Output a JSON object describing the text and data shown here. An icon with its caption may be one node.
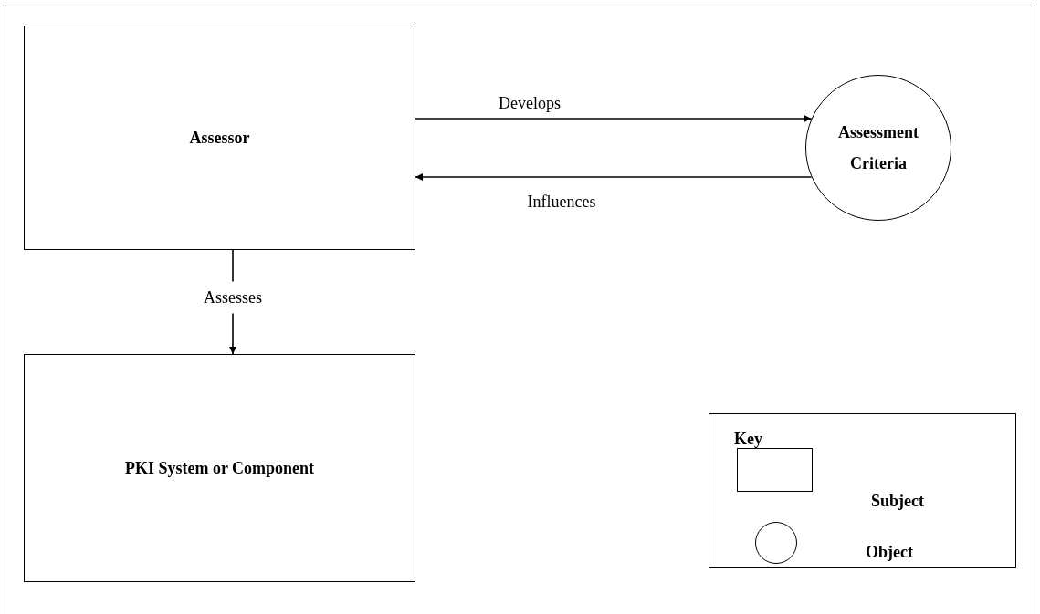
{
  "diagram": {
    "nodes": [
      {
        "text": [
          "Assessor"
        ]
      },
      {
        "text": [
          "Assessment Criteria"
        ]
      },
      {
        "text": [
          "PKI System or Component"
        ]
      },
      {
        "text": [
          "Key"
        ]
      }
    ],
    "edges": [
      {
        "from": 0,
        "to": 1,
        "label": "Develops",
        "arrow": "to"
      },
      {
        "from": 1,
        "to": 0,
        "label": "Influences",
        "arrow": "to"
      },
      {
        "from": 0,
        "to": 2,
        "label": "Assesses",
        "arrow": "to"
      }
    ],
    "legend": [
      {
        "text": "Subject"
      },
      {
        "text": "Object"
      }
    ]
  }
}
